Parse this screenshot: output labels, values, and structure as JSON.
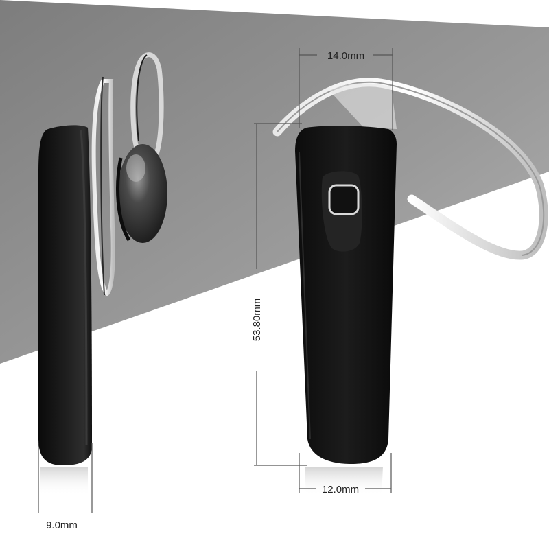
{
  "scene": {
    "background_color": "#ffffff",
    "band_color": "#8f8f8f",
    "device_color": "#141414",
    "button_icon": "square-button-icon"
  },
  "dimensions": {
    "width_top": "14.0mm",
    "height": "53.80mm",
    "width_bottom": "12.0mm",
    "thickness": "9.0mm"
  }
}
